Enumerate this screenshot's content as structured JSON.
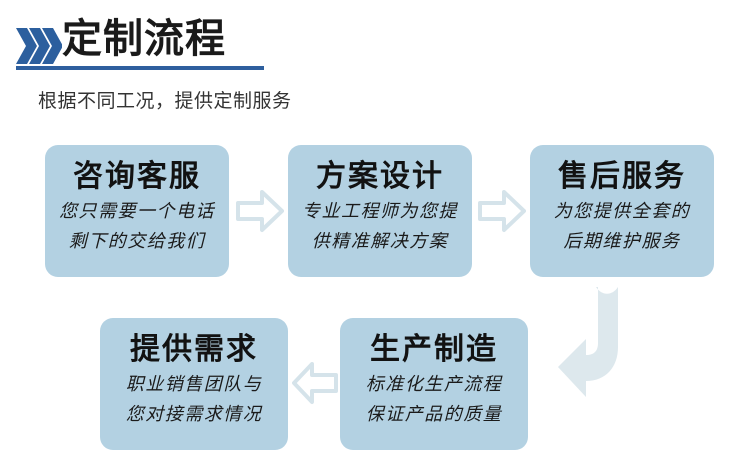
{
  "header": {
    "icon": "chevron-triple-right-icon",
    "title": "定制流程",
    "subtitle": "根据不同工况，提供定制服务",
    "accent_color": "#2e5f9e",
    "underline_color": "#2e5f9e"
  },
  "theme": {
    "card_bg": "#b3d1e2",
    "arrow_fill": "#dde8ed",
    "arrow_outline": "#d4e2ea",
    "title_color": "#121212",
    "body_color": "#1b1b1b"
  },
  "flow": {
    "cards": [
      {
        "title": "咨询客服",
        "line1": "您只需要一个电话",
        "line2": "剩下的交给我们"
      },
      {
        "title": "方案设计",
        "line1": "专业工程师为您提",
        "line2": "供精准解决方案"
      },
      {
        "title": "售后服务",
        "line1": "为您提供全套的",
        "line2": "后期维护服务"
      },
      {
        "title": "提供需求",
        "line1": "职业销售团队与",
        "line2": "您对接需求情况"
      },
      {
        "title": "生产制造",
        "line1": "标准化生产流程",
        "line2": "保证产品的质量"
      }
    ],
    "connectors": [
      {
        "name": "arrow-right-1",
        "direction": "right",
        "style": "outline"
      },
      {
        "name": "arrow-right-2",
        "direction": "right",
        "style": "outline"
      },
      {
        "name": "arrow-left-1",
        "direction": "left",
        "style": "filled"
      },
      {
        "name": "arrow-bent-down-left",
        "direction": "down-left",
        "style": "filled"
      }
    ]
  }
}
